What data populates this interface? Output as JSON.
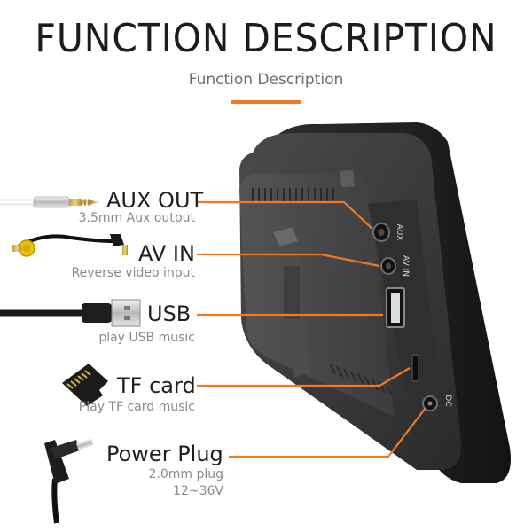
{
  "header": {
    "title": "FUNCTION DESCRIPTION",
    "subtitle": "Function Description",
    "accent_color": "#f07a22"
  },
  "ports": [
    {
      "label": "AUX OUT",
      "caption": "3.5mm Aux output",
      "port_text": "AUX"
    },
    {
      "label": "AV IN",
      "caption": "Reverse video input",
      "port_text": "AV IN"
    },
    {
      "label": "USB",
      "caption": "play USB music"
    },
    {
      "label": "TF card",
      "caption": "Play TF card music"
    },
    {
      "label": "Power Plug",
      "caption_line1": "2.0mm plug",
      "caption_line2": "12~36V",
      "port_text": "DC"
    }
  ],
  "icons": [
    "aux-cable-icon",
    "rca-cable-icon",
    "usb-cable-icon",
    "tf-card-icon",
    "dc-plug-icon"
  ]
}
